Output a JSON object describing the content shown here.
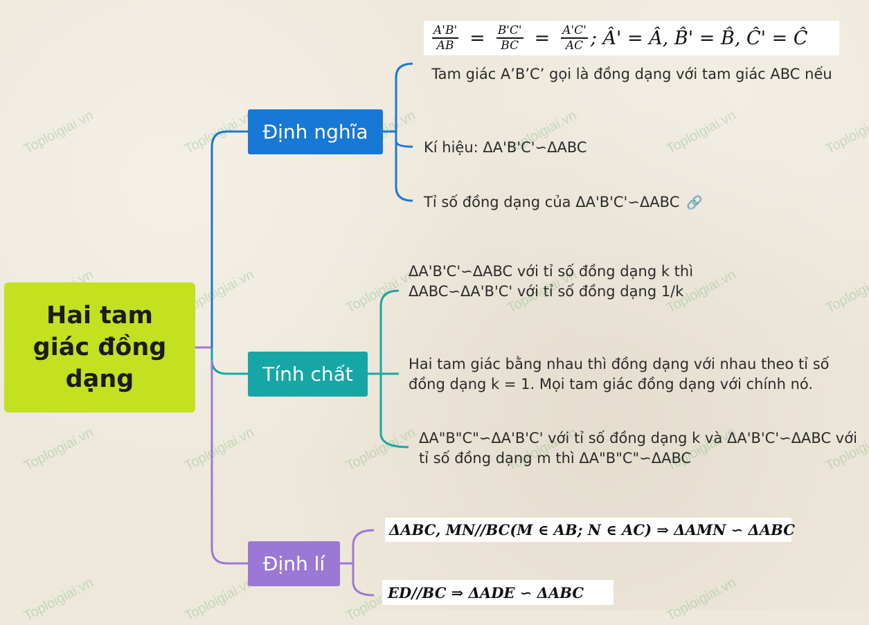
{
  "root": {
    "title": "Hai tam giác đồng dạng"
  },
  "branches": [
    {
      "label": "Định nghĩa",
      "formula": {
        "frac1_num": "A'B'",
        "frac1_den": "AB",
        "frac2_num": "B'C'",
        "frac2_den": "BC",
        "frac3_num": "A'C'",
        "frac3_den": "AC",
        "angles": "; Â' = Â, B̂' = B̂, Ĉ' = Ĉ"
      },
      "leaves": [
        "Tam giác A’B’C’ gọi là đồng dạng với tam giác ABC nếu",
        "Kí hiệu: ΔA'B'C'∽ΔABC",
        "Tỉ số đồng dạng của ΔA'B'C'∽ΔABC"
      ]
    },
    {
      "label": "Tính chất",
      "leaves": [
        "ΔA'B'C'∽ΔABC với tỉ số đồng dạng k thì ΔABC∽ΔA'B'C' với tỉ số đồng dạng 1/k",
        "Hai tam giác bằng nhau thì đồng dạng với nhau theo tỉ số đồng dạng k = 1. Mọi tam giác đồng dạng với chính nó.",
        "ΔA\"B\"C\"∽ΔA'B'C' với tỉ số đồng dạng k và ΔA'B'C'∽ΔABC với tỉ số đồng dạng m thì ΔA\"B\"C\"∽ΔABC"
      ]
    },
    {
      "label": "Định lí",
      "leaves": [
        "ΔABC, MN//BC(M ∈ AB; N ∈ AC) ⇒ ΔAMN ∽ ΔABC",
        "ED//BC ⇒ ΔADE ∽ ΔABC"
      ]
    }
  ],
  "watermark": "Toploigiai.vn",
  "colors": {
    "root": "#c3e021",
    "branch1": "#1878d6",
    "branch2": "#16a6a6",
    "branch3": "#9b78d6"
  },
  "icons": {
    "link": "link-icon"
  }
}
